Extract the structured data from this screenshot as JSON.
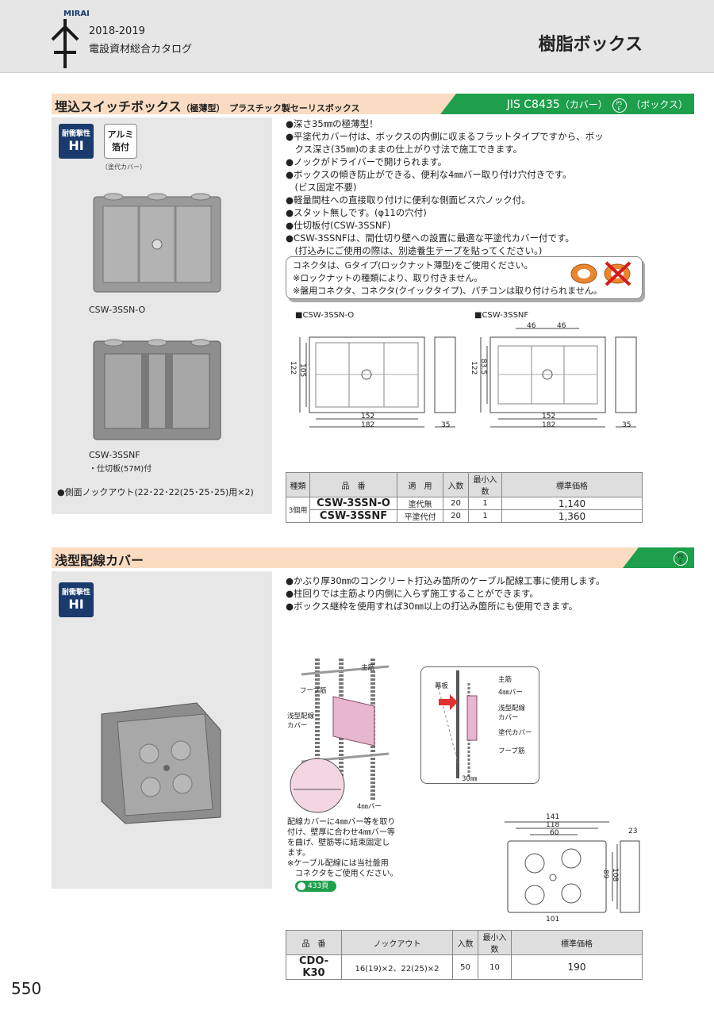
{
  "header": {
    "brand": "MIRAI",
    "year": "2018-2019",
    "catalog": "電設資材総合カタログ",
    "page_title": "樹脂ボックス"
  },
  "section1": {
    "title": "埋込スイッチボックス",
    "title_sub1": "（極薄型）",
    "title_sub2": "プラスチック製セーリスボックス",
    "jis": "JIS C8435",
    "jis_cover": "（カバー）",
    "jis_box": "（ボックス）",
    "pse_top": "PS",
    "pse_bottom": "E",
    "badge_hi_top": "耐衝撃性",
    "badge_hi": "HI",
    "badge_al": "アルミ箔付",
    "badge_al_note": "（塗代カバー）",
    "product1_label": "CSW-3SSN-O",
    "product2_label": "CSW-3SSNF",
    "product2_note": "・仕切板(57M)付",
    "knockout_note": "●側面ノックアウト(22･22･22(25･25･25)用×2)",
    "bullets": [
      "●深さ35㎜の極薄型！",
      "●平塗代カバー付は、ボックスの内側に収まるフラットタイプですから、ボッ",
      "　クス深さ(35㎜)のままの仕上がり寸法で施工できます。",
      "●ノックがドライバーで開けられます。",
      "●ボックスの傾き防止ができる、便利な4㎜バー取り付け穴付きです。",
      "　(ビス固定不要)",
      "●軽量間柱への直接取り付けに便利な側面ビス穴ノック付。",
      "●スタット無しです。(φ11の穴付)",
      "●仕切板付(CSW-3SSNF)",
      "●CSW-3SSNFは、間仕切り壁への設置に最適な平塗代カバー付です。",
      "　(打込みにご使用の際は、別途養生テープを貼ってください。)"
    ],
    "notebox": [
      "コネクタは、Gタイプ(ロックナット薄型)をご使用ください。",
      "※ロックナットの種類により、取り付きません。",
      "※盤用コネクタ、コネクタ(クイックタイプ)、パチコンは取り付けられません。"
    ],
    "diagram1_label": "■CSW-3SSN-O",
    "diagram2_label": "■CSW-3SSNF",
    "dims1": {
      "h1": "122",
      "h2": "105",
      "w1": "152",
      "w2": "182",
      "d": "35"
    },
    "dims2": {
      "top1": "46",
      "top2": "46",
      "h1": "122",
      "h2": "83.5",
      "w1": "152",
      "w2": "182",
      "d": "35"
    },
    "table_headers": [
      "種類",
      "品　番",
      "適　用",
      "入数",
      "最小入数",
      "標準価格"
    ],
    "table_kind": "3個用",
    "table_rows": [
      {
        "code": "CSW-3SSN-O",
        "use": "塗代無",
        "qty": "20",
        "min": "1",
        "price": "1,140"
      },
      {
        "code": "CSW-3SSNF",
        "use": "平塗代付",
        "qty": "20",
        "min": "1",
        "price": "1,360"
      }
    ]
  },
  "section2": {
    "title": "浅型配線カバー",
    "badge_hi_top": "耐衝撃性",
    "badge_hi": "HI",
    "pse_top": "PS",
    "pse_bottom": "E",
    "bullets": [
      "●かぶり厚30㎜のコンクリート打込み箇所のケーブル配線工事に使用します。",
      "●柱回りでは主筋より内側に入らず施工することができます。",
      "●ボックス継枠を使用すれば30㎜以上の打込み箇所にも使用できます。"
    ],
    "diag_labels": {
      "main_bar": "主筋",
      "hoop": "フープ筋",
      "cover": "浅型配線カバー",
      "bar4": "4㎜バー",
      "form": "幕板",
      "main_bar2": "主筋",
      "bar4b": "4㎜バー",
      "cover2": "浅型配線カバー",
      "paint_cover": "塗代カバー",
      "hoop2": "フープ筋",
      "mm30": "30㎜"
    },
    "install_note": [
      "配線カバーに4㎜バー等を取り",
      "付け、壁厚に合わせ4㎜バー等",
      "を曲げ、壁筋等に結束固定し",
      "ます。",
      "※ケーブル配線には当社盤用",
      "　コネクタをご使用ください。"
    ],
    "ref": "433頁",
    "dims": {
      "w141": "141",
      "w118": "118",
      "w60": "60",
      "h89": "89",
      "h108": "108",
      "w101": "101",
      "d23": "23"
    },
    "table_headers": [
      "品　番",
      "ノックアウト",
      "入数",
      "最小入数",
      "標準価格"
    ],
    "table_rows": [
      {
        "code": "CDO-K30",
        "knock": "16(19)×2、22(25)×2",
        "qty": "50",
        "min": "10",
        "price": "190"
      }
    ]
  },
  "page_number": "550"
}
